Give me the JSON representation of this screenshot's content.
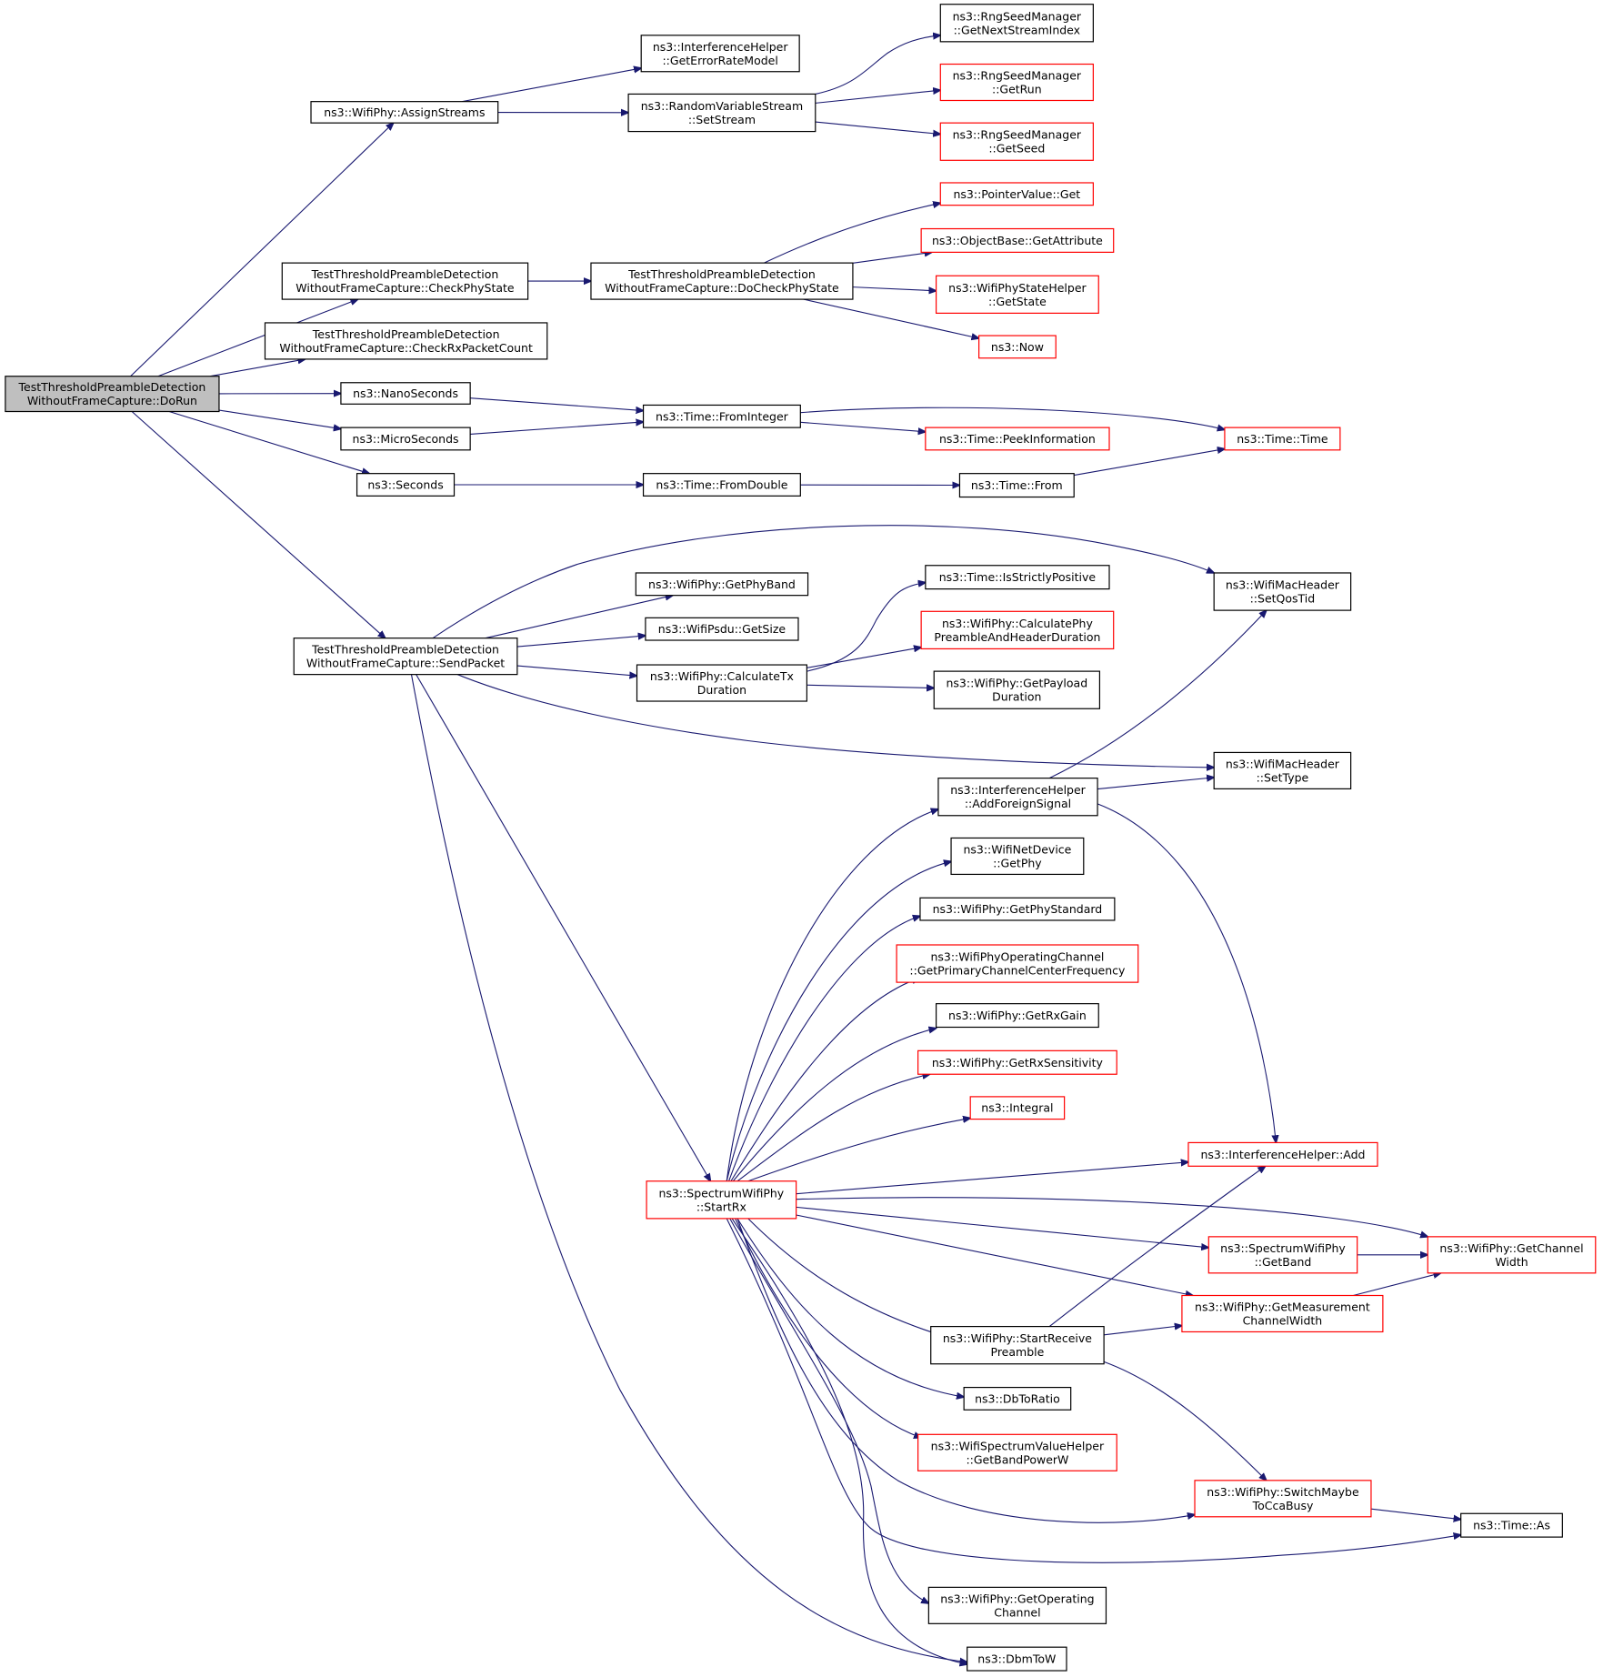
{
  "colors": {
    "edge": "#191970",
    "border_black": "#000000",
    "border_red": "#ff0000",
    "root_fill": "#bfbfbf",
    "background": "#ffffff"
  },
  "nodes": [
    {
      "id": "dorun",
      "lines": [
        "TestThresholdPreambleDetection",
        "WithoutFrameCapture::DoRun"
      ],
      "border": "black",
      "root": true
    },
    {
      "id": "assignstreams",
      "lines": [
        "ns3::WifiPhy::AssignStreams"
      ],
      "border": "black"
    },
    {
      "id": "geterrorratemodel",
      "lines": [
        "ns3::InterferenceHelper",
        "::GetErrorRateModel"
      ],
      "border": "black"
    },
    {
      "id": "setstream",
      "lines": [
        "ns3::RandomVariableStream",
        "::SetStream"
      ],
      "border": "black"
    },
    {
      "id": "getnextstreamindex",
      "lines": [
        "ns3::RngSeedManager",
        "::GetNextStreamIndex"
      ],
      "border": "black"
    },
    {
      "id": "getrun",
      "lines": [
        "ns3::RngSeedManager",
        "::GetRun"
      ],
      "border": "red"
    },
    {
      "id": "getseed",
      "lines": [
        "ns3::RngSeedManager",
        "::GetSeed"
      ],
      "border": "red"
    },
    {
      "id": "checkphystate",
      "lines": [
        "TestThresholdPreambleDetection",
        "WithoutFrameCapture::CheckPhyState"
      ],
      "border": "black"
    },
    {
      "id": "docheckphystate",
      "lines": [
        "TestThresholdPreambleDetection",
        "WithoutFrameCapture::DoCheckPhyState"
      ],
      "border": "black"
    },
    {
      "id": "pointervalueget",
      "lines": [
        "ns3::PointerValue::Get"
      ],
      "border": "red"
    },
    {
      "id": "getattribute",
      "lines": [
        "ns3::ObjectBase::GetAttribute"
      ],
      "border": "red"
    },
    {
      "id": "getstate",
      "lines": [
        "ns3::WifiPhyStateHelper",
        "::GetState"
      ],
      "border": "red"
    },
    {
      "id": "now",
      "lines": [
        "ns3::Now"
      ],
      "border": "red"
    },
    {
      "id": "checkrxpacketcount",
      "lines": [
        "TestThresholdPreambleDetection",
        "WithoutFrameCapture::CheckRxPacketCount"
      ],
      "border": "black"
    },
    {
      "id": "nanoseconds",
      "lines": [
        "ns3::NanoSeconds"
      ],
      "border": "black"
    },
    {
      "id": "microseconds",
      "lines": [
        "ns3::MicroSeconds"
      ],
      "border": "black"
    },
    {
      "id": "seconds",
      "lines": [
        "ns3::Seconds"
      ],
      "border": "black"
    },
    {
      "id": "frominteger",
      "lines": [
        "ns3::Time::FromInteger"
      ],
      "border": "black"
    },
    {
      "id": "peekinformation",
      "lines": [
        "ns3::Time::PeekInformation"
      ],
      "border": "red"
    },
    {
      "id": "timetime",
      "lines": [
        "ns3::Time::Time"
      ],
      "border": "red"
    },
    {
      "id": "fromdouble",
      "lines": [
        "ns3::Time::FromDouble"
      ],
      "border": "black"
    },
    {
      "id": "timefrom",
      "lines": [
        "ns3::Time::From"
      ],
      "border": "black"
    },
    {
      "id": "sendpacket",
      "lines": [
        "TestThresholdPreambleDetection",
        "WithoutFrameCapture::SendPacket"
      ],
      "border": "black"
    },
    {
      "id": "getphyband",
      "lines": [
        "ns3::WifiPhy::GetPhyBand"
      ],
      "border": "black"
    },
    {
      "id": "getsize",
      "lines": [
        "ns3::WifiPsdu::GetSize"
      ],
      "border": "black"
    },
    {
      "id": "calctxduration",
      "lines": [
        "ns3::WifiPhy::CalculateTx",
        "Duration"
      ],
      "border": "black"
    },
    {
      "id": "isstrictlypositive",
      "lines": [
        "ns3::Time::IsStrictlyPositive"
      ],
      "border": "black"
    },
    {
      "id": "calcphypreamble",
      "lines": [
        "ns3::WifiPhy::CalculatePhy",
        "PreambleAndHeaderDuration"
      ],
      "border": "red"
    },
    {
      "id": "getpayloadduration",
      "lines": [
        "ns3::WifiPhy::GetPayload",
        "Duration"
      ],
      "border": "black"
    },
    {
      "id": "setqostid",
      "lines": [
        "ns3::WifiMacHeader",
        "::SetQosTid"
      ],
      "border": "black"
    },
    {
      "id": "settype",
      "lines": [
        "ns3::WifiMacHeader",
        "::SetType"
      ],
      "border": "black"
    },
    {
      "id": "addforeignsignal",
      "lines": [
        "ns3::InterferenceHelper",
        "::AddForeignSignal"
      ],
      "border": "black"
    },
    {
      "id": "netdevicegetphy",
      "lines": [
        "ns3::WifiNetDevice",
        "::GetPhy"
      ],
      "border": "black"
    },
    {
      "id": "getphystandard",
      "lines": [
        "ns3::WifiPhy::GetPhyStandard"
      ],
      "border": "black"
    },
    {
      "id": "getprimarychannel",
      "lines": [
        "ns3::WifiPhyOperatingChannel",
        "::GetPrimaryChannelCenterFrequency"
      ],
      "border": "red"
    },
    {
      "id": "getrxgain",
      "lines": [
        "ns3::WifiPhy::GetRxGain"
      ],
      "border": "black"
    },
    {
      "id": "getrxsensitivity",
      "lines": [
        "ns3::WifiPhy::GetRxSensitivity"
      ],
      "border": "red"
    },
    {
      "id": "integral",
      "lines": [
        "ns3::Integral"
      ],
      "border": "red"
    },
    {
      "id": "interferenceadd",
      "lines": [
        "ns3::InterferenceHelper::Add"
      ],
      "border": "red"
    },
    {
      "id": "startrx",
      "lines": [
        "ns3::SpectrumWifiPhy",
        "::StartRx"
      ],
      "border": "red"
    },
    {
      "id": "getband",
      "lines": [
        "ns3::SpectrumWifiPhy",
        "::GetBand"
      ],
      "border": "red"
    },
    {
      "id": "getchannelwidth",
      "lines": [
        "ns3::WifiPhy::GetChannel",
        "Width"
      ],
      "border": "red"
    },
    {
      "id": "getmeasurementcw",
      "lines": [
        "ns3::WifiPhy::GetMeasurement",
        "ChannelWidth"
      ],
      "border": "red"
    },
    {
      "id": "startreceivepreamble",
      "lines": [
        "ns3::WifiPhy::StartReceive",
        "Preamble"
      ],
      "border": "black"
    },
    {
      "id": "dbtoratio",
      "lines": [
        "ns3::DbToRatio"
      ],
      "border": "black"
    },
    {
      "id": "getbandpowerw",
      "lines": [
        "ns3::WifiSpectrumValueHelper",
        "::GetBandPowerW"
      ],
      "border": "red"
    },
    {
      "id": "switchmaybetoccabusy",
      "lines": [
        "ns3::WifiPhy::SwitchMaybe",
        "ToCcaBusy"
      ],
      "border": "red"
    },
    {
      "id": "timeas",
      "lines": [
        "ns3::Time::As"
      ],
      "border": "black"
    },
    {
      "id": "getoperatingchannel",
      "lines": [
        "ns3::WifiPhy::GetOperating",
        "Channel"
      ],
      "border": "black"
    },
    {
      "id": "dbmtow",
      "lines": [
        "ns3::DbmToW"
      ],
      "border": "black"
    }
  ],
  "edges": [
    [
      "dorun",
      "assignstreams"
    ],
    [
      "dorun",
      "checkphystate"
    ],
    [
      "dorun",
      "checkrxpacketcount"
    ],
    [
      "dorun",
      "nanoseconds"
    ],
    [
      "dorun",
      "microseconds"
    ],
    [
      "dorun",
      "seconds"
    ],
    [
      "dorun",
      "sendpacket"
    ],
    [
      "assignstreams",
      "geterrorratemodel"
    ],
    [
      "assignstreams",
      "setstream"
    ],
    [
      "setstream",
      "getnextstreamindex"
    ],
    [
      "setstream",
      "getrun"
    ],
    [
      "setstream",
      "getseed"
    ],
    [
      "checkphystate",
      "docheckphystate"
    ],
    [
      "docheckphystate",
      "pointervalueget"
    ],
    [
      "docheckphystate",
      "getattribute"
    ],
    [
      "docheckphystate",
      "getstate"
    ],
    [
      "docheckphystate",
      "now"
    ],
    [
      "nanoseconds",
      "frominteger"
    ],
    [
      "microseconds",
      "frominteger"
    ],
    [
      "frominteger",
      "timetime"
    ],
    [
      "frominteger",
      "peekinformation"
    ],
    [
      "seconds",
      "fromdouble"
    ],
    [
      "fromdouble",
      "timefrom"
    ],
    [
      "timefrom",
      "timetime"
    ],
    [
      "sendpacket",
      "setqostid"
    ],
    [
      "sendpacket",
      "getphyband"
    ],
    [
      "sendpacket",
      "getsize"
    ],
    [
      "sendpacket",
      "calctxduration"
    ],
    [
      "sendpacket",
      "settype"
    ],
    [
      "sendpacket",
      "startrx"
    ],
    [
      "sendpacket",
      "dbmtow"
    ],
    [
      "calctxduration",
      "isstrictlypositive"
    ],
    [
      "calctxduration",
      "calcphypreamble"
    ],
    [
      "calctxduration",
      "getpayloadduration"
    ],
    [
      "addforeignsignal",
      "setqostid"
    ],
    [
      "addforeignsignal",
      "settype"
    ],
    [
      "addforeignsignal",
      "interferenceadd"
    ],
    [
      "startrx",
      "addforeignsignal"
    ],
    [
      "startrx",
      "netdevicegetphy"
    ],
    [
      "startrx",
      "getphystandard"
    ],
    [
      "startrx",
      "getprimarychannel"
    ],
    [
      "startrx",
      "getrxgain"
    ],
    [
      "startrx",
      "getrxsensitivity"
    ],
    [
      "startrx",
      "integral"
    ],
    [
      "startrx",
      "interferenceadd"
    ],
    [
      "startrx",
      "getchannelwidth"
    ],
    [
      "startrx",
      "getband"
    ],
    [
      "startrx",
      "getmeasurementcw"
    ],
    [
      "startrx",
      "startreceivepreamble"
    ],
    [
      "startrx",
      "dbtoratio"
    ],
    [
      "startrx",
      "getbandpowerw"
    ],
    [
      "startrx",
      "switchmaybetoccabusy"
    ],
    [
      "startrx",
      "timeas"
    ],
    [
      "startrx",
      "getoperatingchannel"
    ],
    [
      "startrx",
      "dbmtow"
    ],
    [
      "getband",
      "getchannelwidth"
    ],
    [
      "getmeasurementcw",
      "getchannelwidth"
    ],
    [
      "startreceivepreamble",
      "interferenceadd"
    ],
    [
      "startreceivepreamble",
      "getmeasurementcw"
    ],
    [
      "startreceivepreamble",
      "switchmaybetoccabusy"
    ],
    [
      "switchmaybetoccabusy",
      "timeas"
    ]
  ]
}
